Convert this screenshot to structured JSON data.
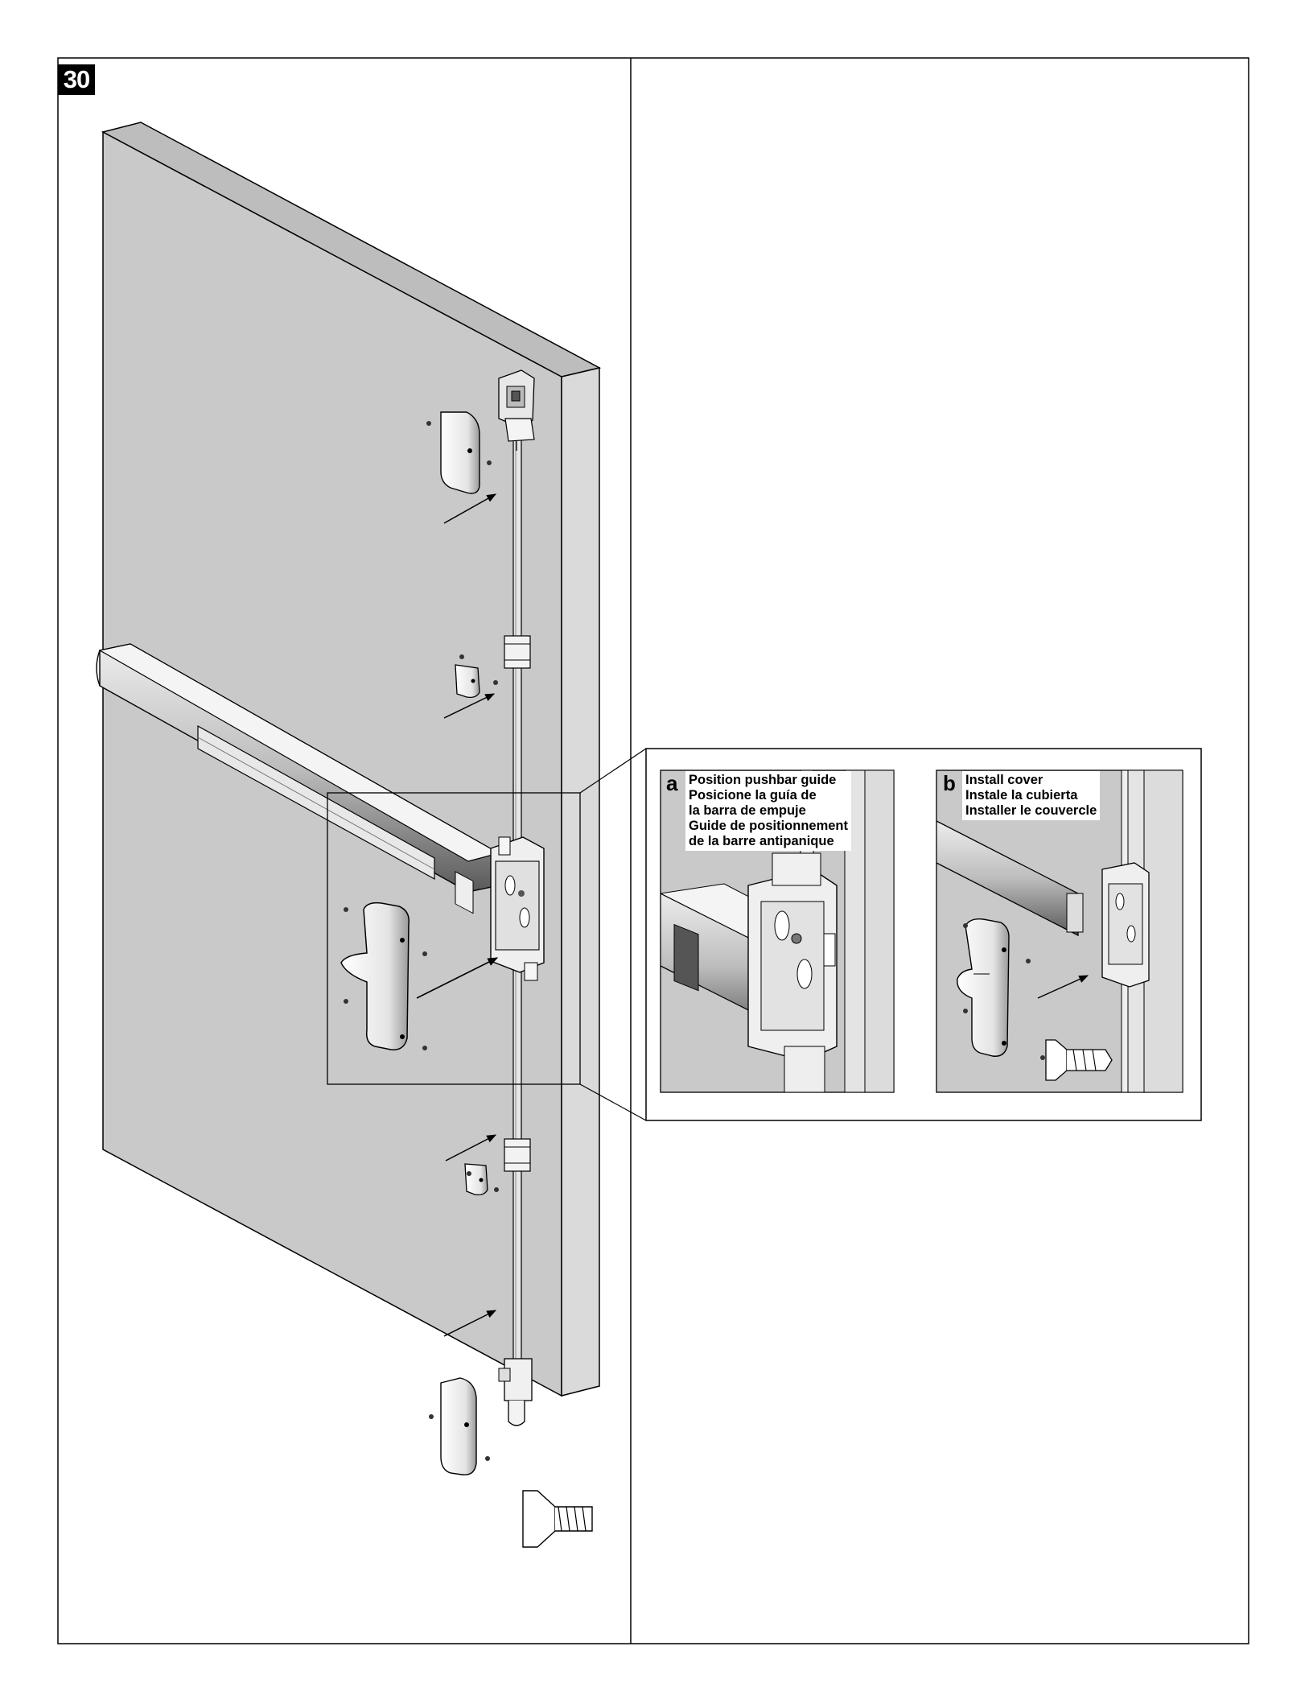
{
  "step_number": "30",
  "details": [
    {
      "letter": "a",
      "lines": [
        "Position pushbar guide",
        "Posicione la guía de",
        "la barra de empuje",
        "Guide de positionnement",
        "de la barre antipanique"
      ]
    },
    {
      "letter": "b",
      "lines": [
        "Install cover",
        "Instale la cubierta",
        "Installer le couvercle"
      ]
    }
  ],
  "colors": {
    "door_face": "#c9c9c9",
    "door_edge": "#dadada",
    "door_top": "#bdbdbd",
    "line": "#000000",
    "panel_bg": "#ffffff"
  }
}
